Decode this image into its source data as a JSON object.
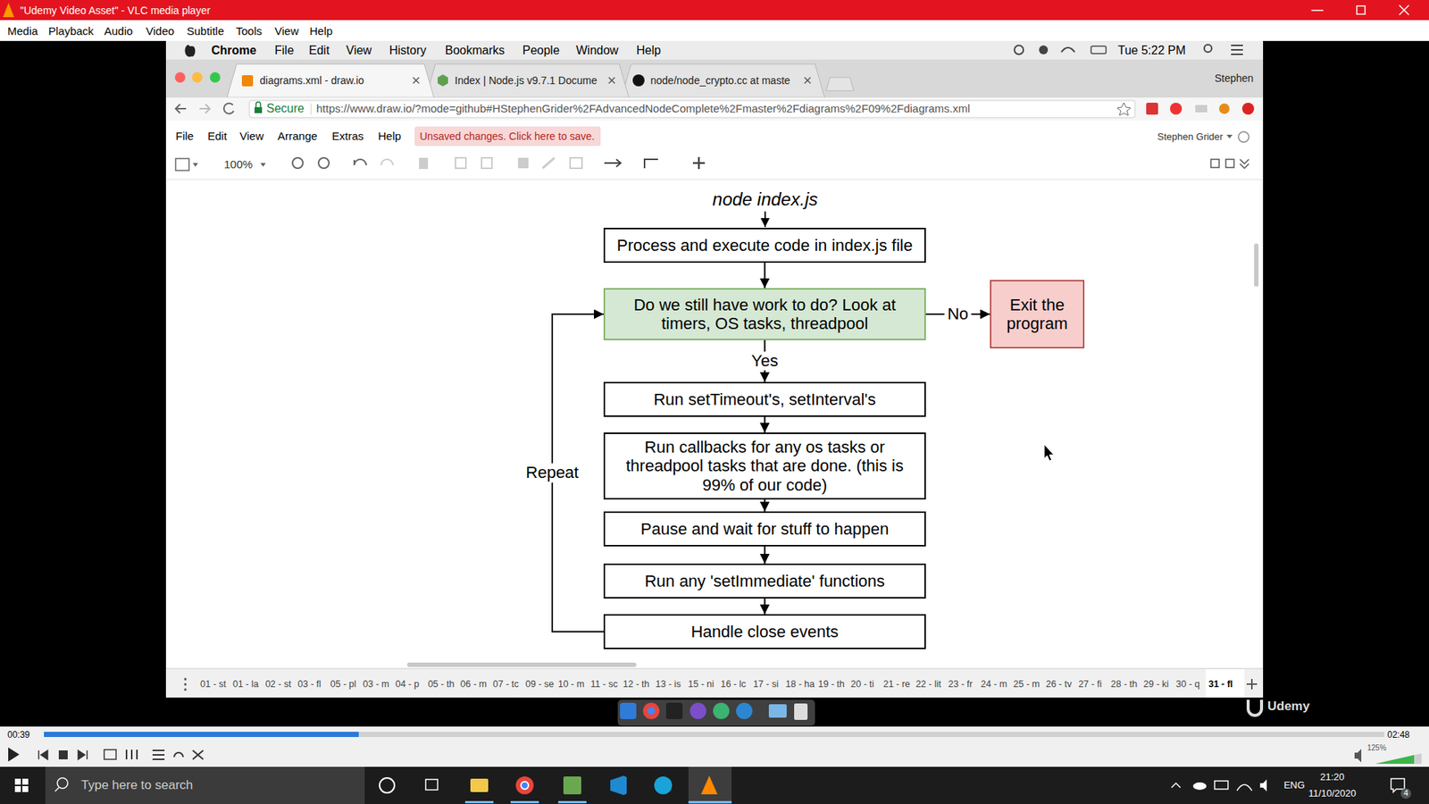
{
  "diagram": {
    "nodes": [
      {
        "text": [
          "Process and execute code in index.js file"
        ]
      },
      {
        "text": [
          "Do we still have work to do? Look at timers, OS tasks, threadpool"
        ]
      },
      {
        "text": [
          "Exit the program"
        ]
      },
      {
        "text": [
          "Run setTimeout's, setInterval's"
        ]
      },
      {
        "text": [
          "Run callbacks for any os tasks or threadpool tasks that are done. (this is 99% of our code)"
        ]
      },
      {
        "text": [
          "Pause and wait for stuff to happen"
        ]
      },
      {
        "text": [
          "Run any 'setImmediate' functions"
        ]
      },
      {
        "text": [
          "Handle close events"
        ]
      }
    ],
    "edges": [
      {
        "from": 0,
        "to": 1,
        "arrow": "to"
      },
      {
        "from": 1,
        "to": 2,
        "label": "No",
        "arrow": "to"
      },
      {
        "from": 1,
        "to": 3,
        "label": "Yes",
        "arrow": "to"
      },
      {
        "from": 3,
        "to": 4,
        "arrow": "to"
      },
      {
        "from": 4,
        "to": 5,
        "arrow": "to"
      },
      {
        "from": 5,
        "to": 6,
        "arrow": "to"
      },
      {
        "from": 6,
        "to": 7,
        "arrow": "to"
      },
      {
        "from": 7,
        "to": 1,
        "label": "Repeat",
        "arrow": "to"
      }
    ],
    "labels": [
      "\"Udemy Video Asset\" - VLC media player",
      "Media",
      "Playback",
      "Audio",
      "Video",
      "Subtitle",
      "Tools",
      "View",
      "Help",
      "Chrome",
      "File",
      "Edit",
      "View",
      "History",
      "Bookmarks",
      "People",
      "Window",
      "Help",
      "Tue 5:22 PM",
      "diagrams.xml - draw.io",
      "Index | Node.js v9.7.1 Docume",
      "node/node_crypto.cc at maste",
      "Stephen",
      "Secure",
      "https://www.draw.io/?mode=github#HStephenGrider%2FAdvancedNodeComplete%2Fmaster%2Fdiagrams%2F09%2Fdiagrams.xml",
      "File",
      "Edit",
      "View",
      "Arrange",
      "Extras",
      "Help",
      "Unsaved changes. Click here to save.",
      "Stephen Grider",
      "100%",
      "node index.js",
      "01 - st",
      "01 - la",
      "02 - st",
      "03 - fl",
      "05 - pl",
      "03 - m",
      "04 - p",
      "05 - th",
      "06 - m",
      "07 - tc",
      "09 - se",
      "10 - m",
      "11 - sc",
      "12 - th",
      "13 - is",
      "15 - ni",
      "16 - lc",
      "17 - si",
      "18 - ha",
      "19 - th",
      "20 - ti",
      "21 - re",
      "22 - lit",
      "23 - fr",
      "24 - m",
      "25 - m",
      "26 - tv",
      "27 - fi",
      "28 - th",
      "29 - ki",
      "30 - q",
      "31 - fl",
      "Udemy",
      "00:39",
      "02:48",
      "125%",
      "Type here to search",
      "ENG",
      "21:20",
      "11/10/2020",
      "4"
    ]
  }
}
